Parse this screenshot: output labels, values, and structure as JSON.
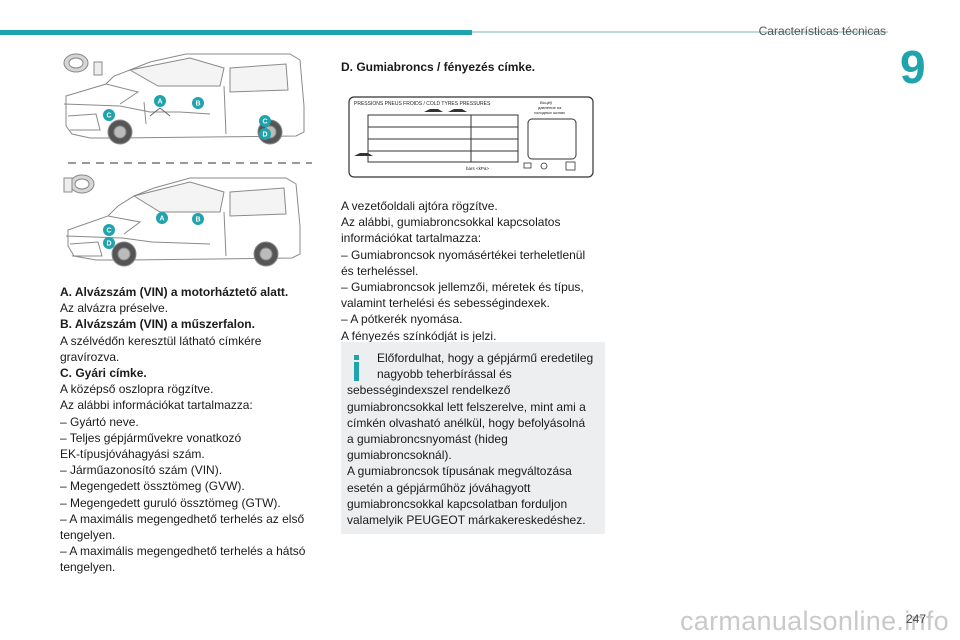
{
  "header": {
    "section_title": "Características técnicas",
    "chapter_number": "9"
  },
  "illustration": {
    "callouts": [
      "A",
      "B",
      "C",
      "D",
      "A",
      "B",
      "C",
      "D",
      "C"
    ],
    "accent_color": "#1fa3ad"
  },
  "left": {
    "lines": [
      {
        "text": "A. Alvázszám (VIN) a motorháztető alatt.",
        "bold": true
      },
      {
        "text": "Az alvázra préselve.",
        "bold": false
      },
      {
        "text": "B. Alvázszám (VIN) a műszerfalon.",
        "bold": true
      },
      {
        "text": "A szélvédőn keresztül látható címkére",
        "bold": false
      },
      {
        "text": "gravírozva.",
        "bold": false
      },
      {
        "text": "C. Gyári címke.",
        "bold": true
      },
      {
        "text": "A középső oszlopra rögzítve.",
        "bold": false
      },
      {
        "text": "Az alábbi információkat tartalmazza:",
        "bold": false
      },
      {
        "text": "–  Gyártó neve.",
        "bold": false
      },
      {
        "text": "–  Teljes gépjárművekre vonatkozó",
        "bold": false
      },
      {
        "text": "EK-típusjóváhagyási szám.",
        "bold": false
      },
      {
        "text": "–  Járműazonosító szám (VIN).",
        "bold": false
      },
      {
        "text": "–  Megengedett össztömeg (GVW).",
        "bold": false
      },
      {
        "text": "–  Megengedett guruló össztömeg (GTW).",
        "bold": false
      },
      {
        "text": "–  A maximális megengedhető terhelés az első",
        "bold": false
      },
      {
        "text": "tengelyen.",
        "bold": false
      },
      {
        "text": "–  A maximális megengedhető terhelés a hátsó",
        "bold": false
      },
      {
        "text": "tengelyen.",
        "bold": false
      }
    ]
  },
  "right": {
    "heading": "D. Gumiabroncs / fényezés címke.",
    "label_figure": {
      "top_text": "PRESSIONS PNEUS FROIDS / COLD TYRES PRESSURES",
      "cyr_1": "Вісцёў",
      "cyr_2": "давление на",
      "cyr_3": "холодных шинах",
      "units": "bars   <kPa>"
    },
    "lines": [
      "A vezetőoldali ajtóra rögzítve.",
      "Az alábbi, gumiabroncsokkal kapcsolatos",
      "információkat tartalmazza:",
      "–  Gumiabroncsok nyomásértékei terheletlenül",
      "és terheléssel.",
      "–  Gumiabroncsok jellemzői, méretek és típus,",
      "valamint terhelési és sebességindexek.",
      "–  A pótkerék nyomása.",
      "A fényezés színkódját is jelzi."
    ],
    "note": {
      "first_lines": [
        "Előfordulhat, hogy a gépjármű eredetileg",
        "nagyobb teherbírással és"
      ],
      "lines": [
        "sebességindexszel rendelkező",
        "gumiabroncsokkal lett felszerelve, mint ami a",
        "címkén olvasható anélkül, hogy befolyásolná",
        "a gumiabroncsnyomást (hideg",
        "gumiabroncsoknál).",
        "A gumiabroncsok típusának megváltozása",
        "esetén a gépjárműhöz jóváhagyott",
        "gumiabroncsokkal kapcsolatban forduljon",
        "valamelyik PEUGEOT márkakereskedéshez."
      ]
    }
  },
  "footer": {
    "page_number": "247",
    "watermark": "carmanualsonline.info"
  }
}
